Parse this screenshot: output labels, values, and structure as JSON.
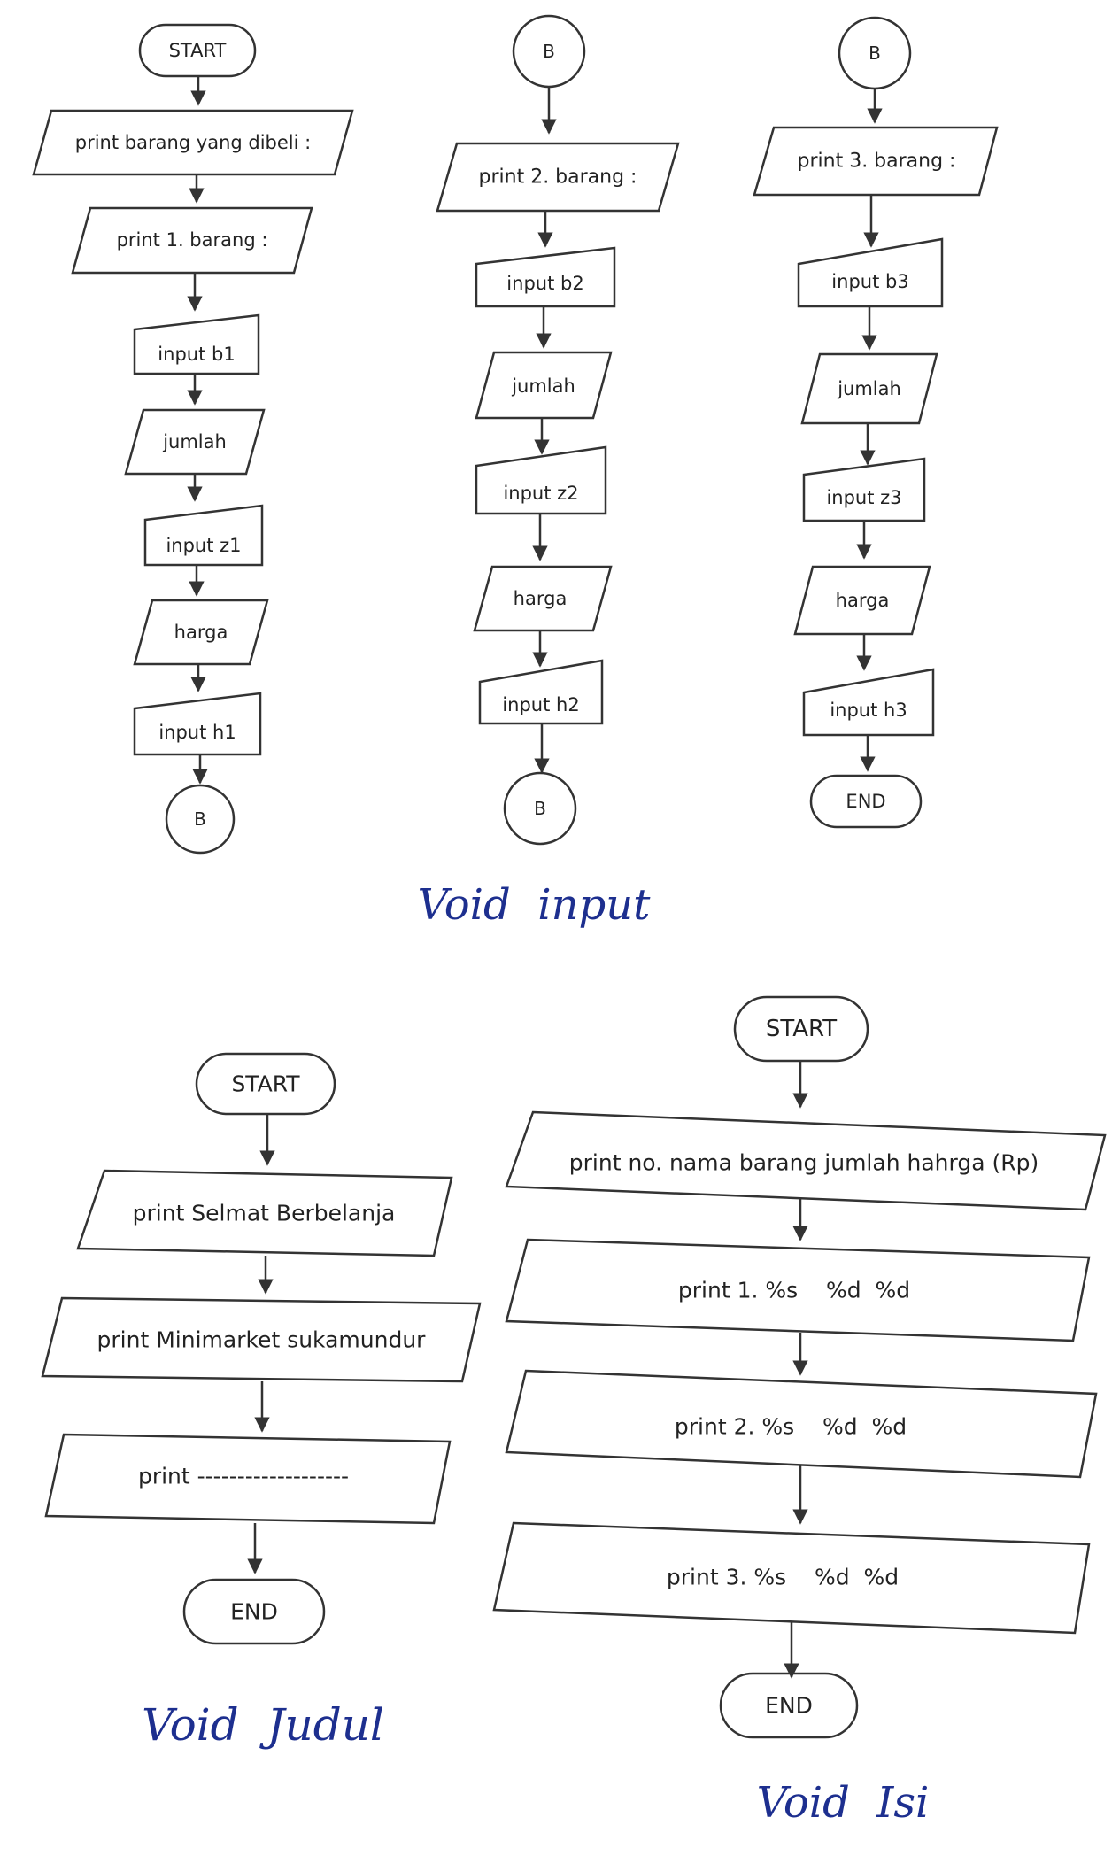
{
  "colors": {
    "stroke": "#333333",
    "text": "#222222",
    "handwriting": "#1d2f8f",
    "background": "#ffffff"
  },
  "diagrams": {
    "input_col1": {
      "start": "START",
      "print_title": "print barang yang dibeli :",
      "print_item": "print 1. barang :",
      "input_b": "input b1",
      "jumlah": "jumlah",
      "input_z": "input z1",
      "harga": "harga",
      "input_h": "input h1",
      "connector": "B"
    },
    "input_col2": {
      "connector_top": "B",
      "print_item": "print 2. barang :",
      "input_b": "input b2",
      "jumlah": "jumlah",
      "input_z": "input z2",
      "harga": "harga",
      "input_h": "input h2",
      "connector_bottom": "B"
    },
    "input_col3": {
      "connector_top": "B",
      "print_item": "print 3. barang :",
      "input_b": "input b3",
      "jumlah": "jumlah",
      "input_z": "input z3",
      "harga": "harga",
      "input_h": "input h3",
      "end": "END"
    },
    "judul": {
      "start": "START",
      "print_1": "print Selmat Berbelanja",
      "print_2": "print Minimarket sukamundur",
      "print_3": "print -------------------",
      "end": "END"
    },
    "isi": {
      "start": "START",
      "print_header": "print no. nama barang jumlah hahrga (Rp)",
      "print_1": "print 1. %s    %d  %d",
      "print_2": "print 2. %s    %d  %d",
      "print_3": "print 3. %s    %d  %d",
      "end": "END"
    }
  },
  "captions": {
    "input": "Void  input",
    "judul": "Void  Judul",
    "isi": "Void  Isi"
  }
}
